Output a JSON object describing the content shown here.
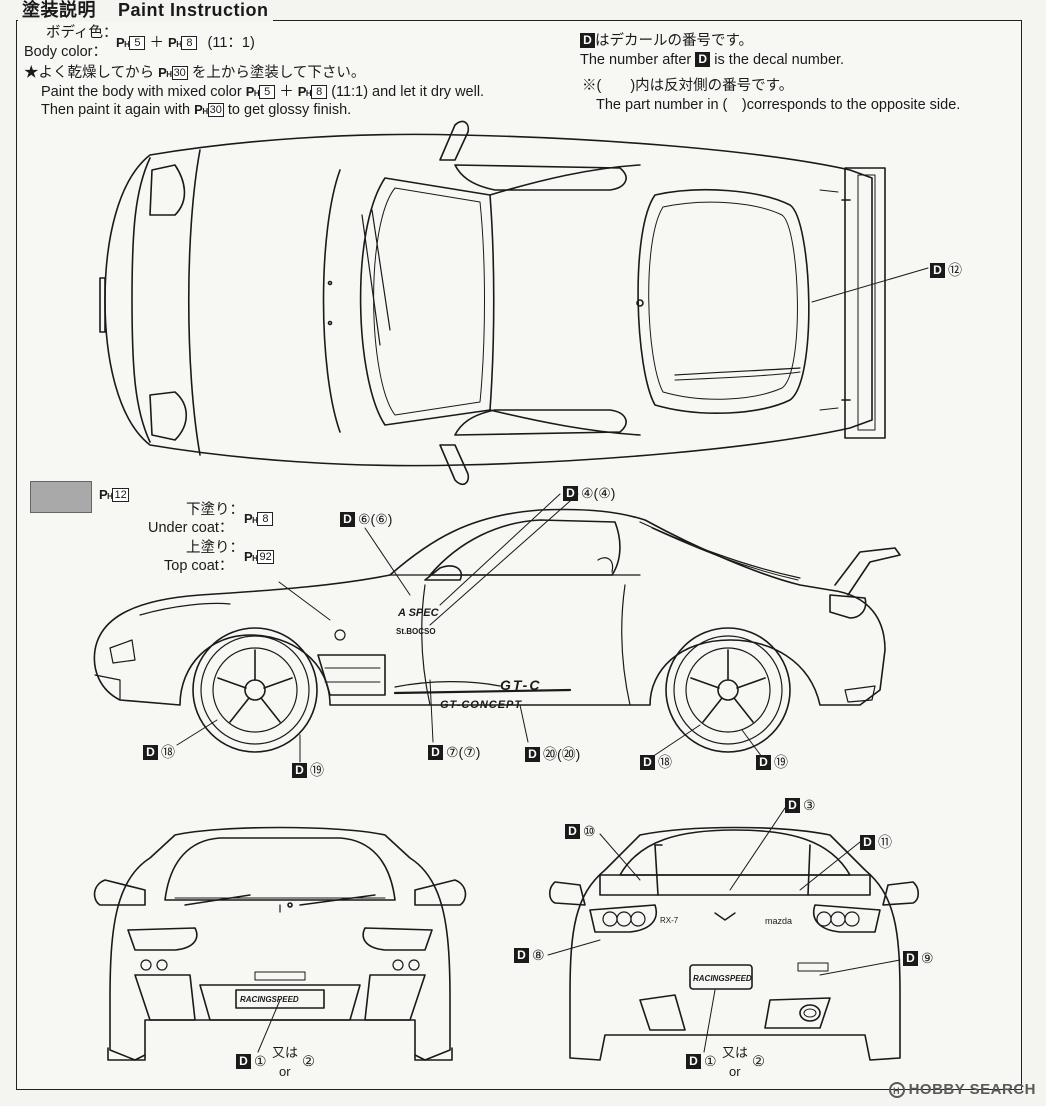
{
  "header": {
    "title_jp": "塗装説明",
    "title_en": "Paint Instruction"
  },
  "body_color": {
    "label_jp": "ボディ色：",
    "label_en": "Body color：",
    "formula": {
      "color_a": "5",
      "plus": "＋",
      "color_b": "8",
      "ratio": "(11：1)"
    },
    "note_jp": "★よく乾燥してから",
    "note_jp_color": "30",
    "note_jp_tail": "を上から塗装して下さい。",
    "note_en_1": "Paint the body with mixed color",
    "note_en_1_tail": "(11:1) and let it dry well.",
    "note_en_2": "Then paint it again with",
    "note_en_2_color": "30",
    "note_en_2_tail": "to get glossy finish."
  },
  "ph_prefix": "P",
  "ph_sub": "H",
  "decal_note": {
    "badge": "D",
    "jp_1": "はデカールの番号です。",
    "en_1_pre": "The number after",
    "en_1_post": "is the decal number.",
    "jp_2": "※(　　)内は反対側の番号です。",
    "en_2": "The part number in (　)corresponds to the opposite side."
  },
  "swatch": {
    "color": "#a9a9a9",
    "code": "12"
  },
  "coat": {
    "under_jp": "下塗り：",
    "under_en": "Under coat：",
    "under_code": "8",
    "top_jp": "上塗り：",
    "top_en": "Top coat：",
    "top_code": "92"
  },
  "callouts": {
    "top_d12": "⑫",
    "side_d6": "⑥(⑥)",
    "side_d4": "④(④)",
    "side_d18a": "⑱",
    "side_d19a": "⑲",
    "side_d7": "⑦(⑦)",
    "side_d20": "⑳(⑳)",
    "side_d18b": "⑱",
    "side_d19b": "⑲",
    "rear_d3": "③",
    "rear_d10": "⑩",
    "rear_d11": "⑪",
    "rear_d8": "⑧",
    "rear_d9": "⑨",
    "front_d1": "①",
    "front_or_jp": "又は",
    "front_d2": "②",
    "front_or_en": "or",
    "rear_d1": "①",
    "rear_or_jp": "又は",
    "rear_d2": "②",
    "rear_or_en": "or"
  },
  "car_text": {
    "aspec": "A SPEC",
    "sport": "St.BOCSO",
    "gtc_logo": "GT-C",
    "gt_concept": "GT-CONCEPT",
    "plate_front": "RACINGSPEED",
    "plate_rear": "RACINGSPEED",
    "rx7": "RX-7",
    "mazda": "mazda"
  },
  "watermark": {
    "text": "HOBBY SEARCH"
  }
}
